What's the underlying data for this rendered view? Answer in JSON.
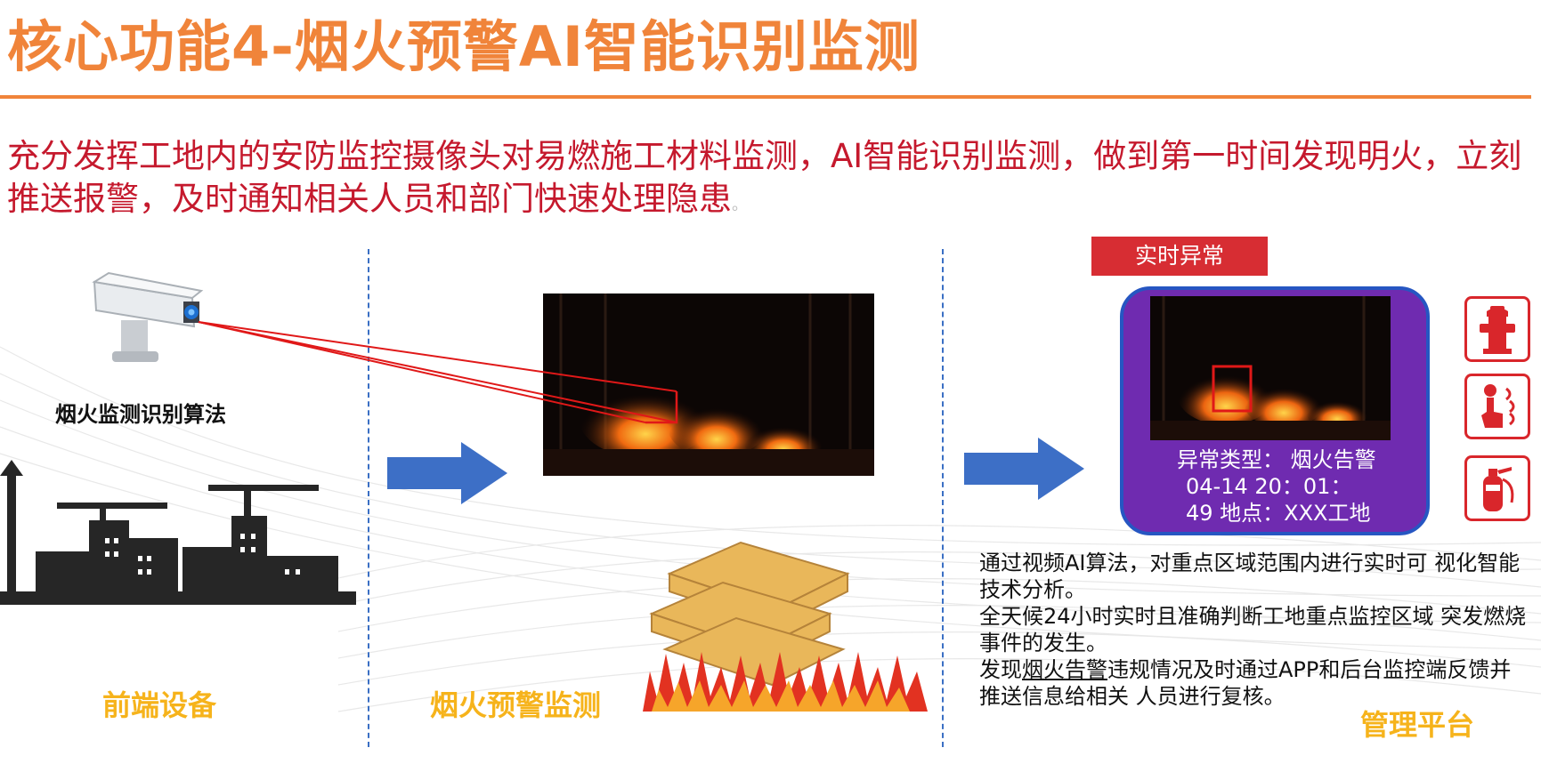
{
  "header": {
    "title": "核心功能4-烟火预警AI智能识别监测"
  },
  "intro": {
    "text": "充分发挥工地内的安防监控摄像头对易燃施工材料监测，AI智能识别监测，做到第一时间发现明火，立刻推送报警，及时通知相关人员和部门快速处理隐患",
    "tail": "。"
  },
  "front_end": {
    "algorithm_label": "烟火监测识别算法",
    "section_label": "前端设备"
  },
  "monitoring": {
    "section_label": "烟火预警监测"
  },
  "platform": {
    "alarm_tag": "实时异常",
    "alarm_type_line": "异常类型： 烟火告警",
    "alarm_time_line": "04-14 20：01：",
    "alarm_place_line": "49 地点：XXX工地",
    "desc_1": "通过视频AI算法，对重点区域范围内进行实时可 视化智能技术分析。",
    "desc_2": "全天候24小时实时且准确判断工地重点监控区域 突发燃烧事件的发生。",
    "desc_3_pre": "发现",
    "desc_3_hl": "烟火告警",
    "desc_3_post": "违规情况及时通过APP和后台监控端反馈并推送信息给相关 人员进行复核。",
    "section_label": "管理平台"
  },
  "icons": [
    "camera-icon",
    "crane-skyline-icon",
    "arrow-right-icon",
    "burning-wood-icon",
    "fire-hydrant-icon",
    "alarm-button-icon",
    "fire-extinguisher-icon"
  ],
  "colors": {
    "title_orange": "#f0843a",
    "intro_red": "#c5192d",
    "label_yellow": "#f6b31b",
    "arrow_blue": "#3d6fc6",
    "alarm_purple": "#6f2bb0",
    "alarm_red": "#d72d33"
  }
}
